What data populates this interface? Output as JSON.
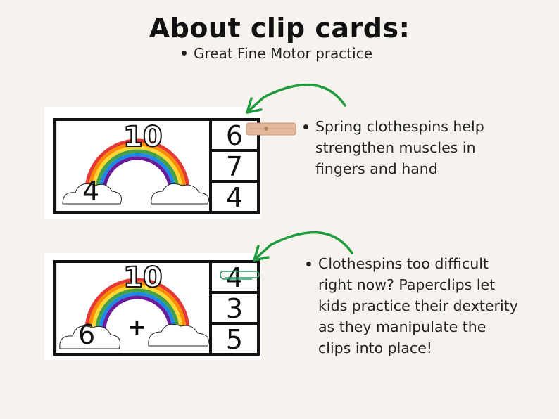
{
  "title": "About clip cards:",
  "subtitle": "Great Fine Motor practice",
  "card1": {
    "top_number": "10",
    "left_number": "4",
    "answers": [
      "6",
      "7",
      "4"
    ],
    "bullet": "Spring clothespins help strengthen muscles in fingers and hand"
  },
  "card2": {
    "top_number": "10",
    "left_number": "6",
    "operator": "+",
    "answers": [
      "4",
      "3",
      "5"
    ],
    "bullet": "Clothespins too difficult right now? Paperclips let kids practice their dexterity as they manipulate the clips into place!"
  },
  "colors": {
    "background": "#f6f3ee",
    "arrow": "#1f9a3c",
    "clothespin": "#e2b99b"
  }
}
